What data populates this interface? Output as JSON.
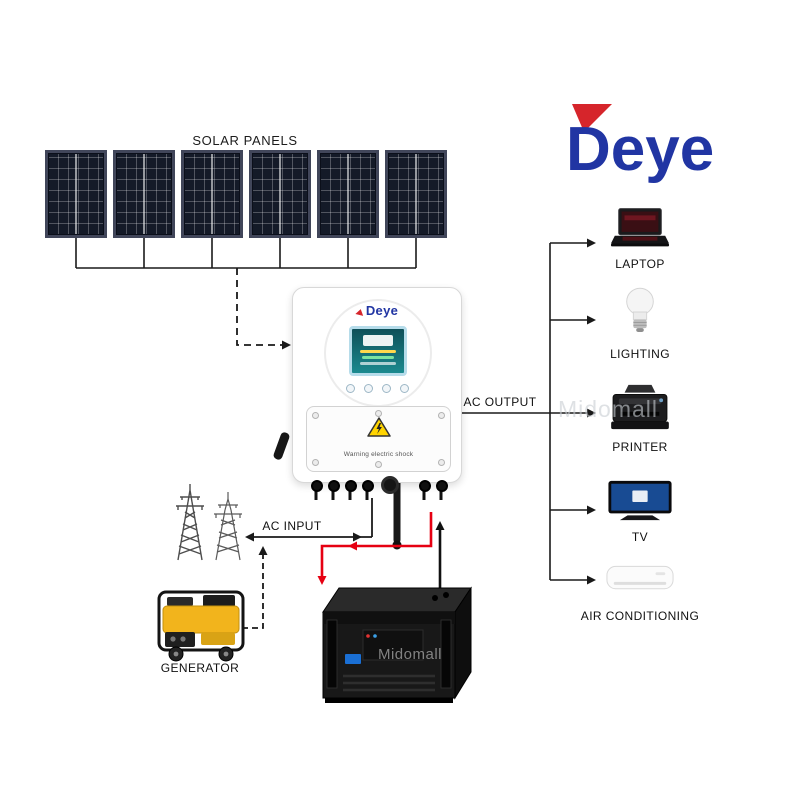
{
  "diagram": {
    "solar_label": "SOLAR PANELS",
    "panel_count": 6,
    "brand_logo": "Deye",
    "watermark": "Midomall",
    "inverter": {
      "brand": "Deye",
      "warning_text": "Warning electric shock"
    },
    "wiring": {
      "ac_output": "AC OUTPUT",
      "ac_input": "AC INPUT"
    },
    "generator_label": "GENERATOR",
    "loads": [
      {
        "label": "LAPTOP",
        "icon": "laptop-icon"
      },
      {
        "label": "LIGHTING",
        "icon": "bulb-icon"
      },
      {
        "label": "PRINTER",
        "icon": "printer-icon"
      },
      {
        "label": "TV",
        "icon": "tv-icon"
      },
      {
        "label": "AIR CONDITIONING",
        "icon": "air-conditioner-icon"
      }
    ],
    "colors": {
      "brand_blue": "#2135a3",
      "brand_red": "#d6252b",
      "wire_black": "#1a1a1a",
      "cable_red": "#e60012",
      "panel_dark": "#141a28"
    }
  }
}
